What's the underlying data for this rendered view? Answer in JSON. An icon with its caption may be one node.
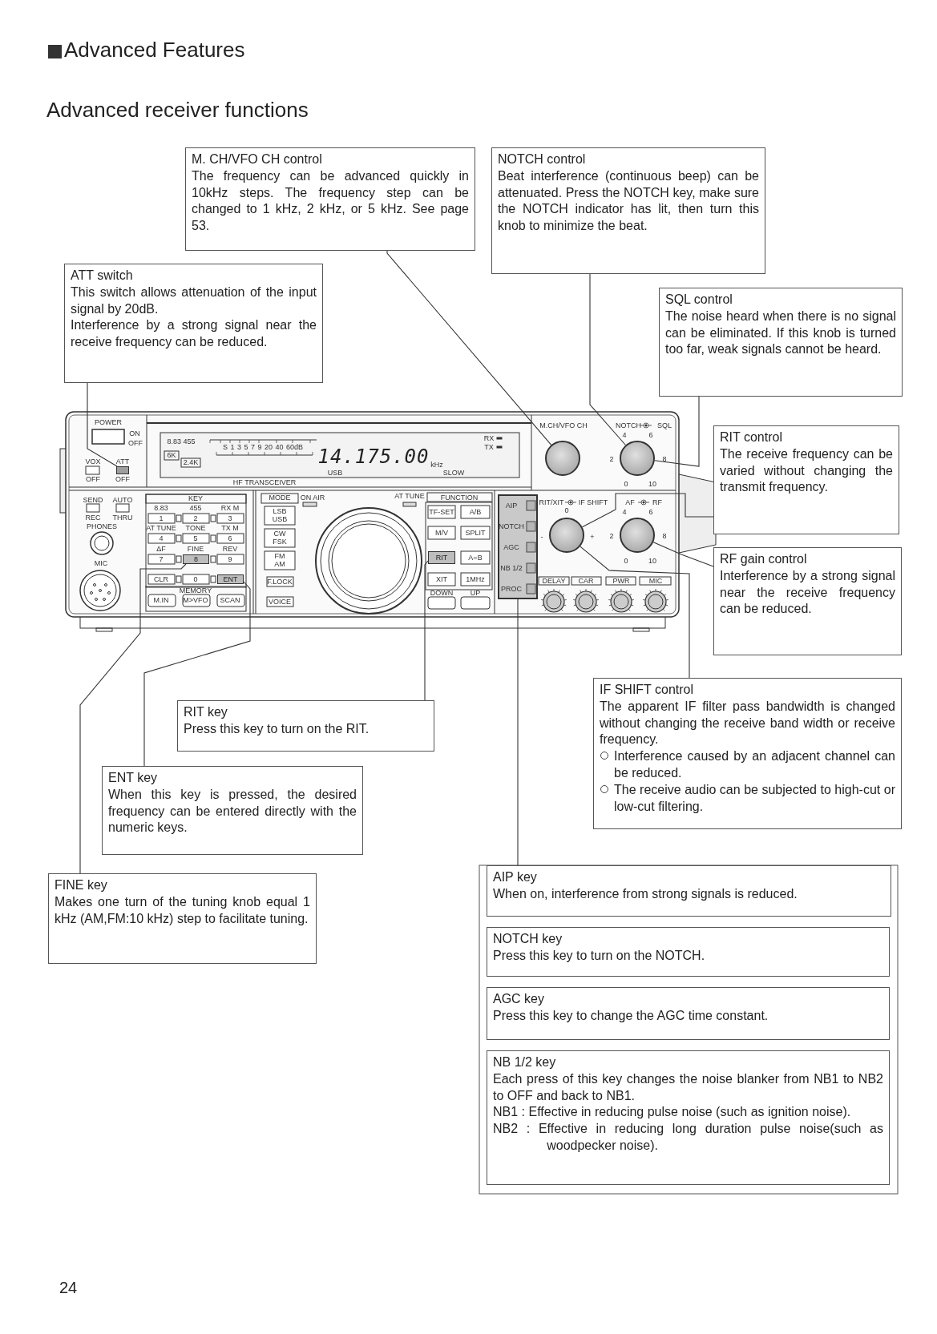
{
  "diagram": {
    "title": "Advanced Features",
    "nodes": [
      {
        "text": [
          "M. CH/VFO CH control",
          "The frequency can be advanced quickly in 10kHz steps. The frequency step can be changed to 1 kHz, 2 kHz, or 5 kHz. See page 53."
        ]
      },
      {
        "text": [
          "NOTCH control",
          "Beat interference (continuous beep) can be attenuated. Press the NOTCH key, make sure the NOTCH indicator has lit, then turn this knob to minimize the beat."
        ]
      },
      {
        "text": [
          "ATT switch",
          "This switch allows attenuation of the input signal by 20dB.",
          "Interference by a strong signal near the receive frequency can be reduced."
        ]
      },
      {
        "text": [
          "SQL control",
          "The noise heard when there is no signal can be eliminated. If this knob is turned too far, weak signals cannot be heard."
        ]
      },
      {
        "text": [
          "RIT control",
          "The receive frequency can be varied without changing the transmit frequency."
        ]
      },
      {
        "text": [
          "RF gain control",
          "Interference by a strong signal near the receive frequency can be reduced."
        ]
      },
      {
        "text": [
          "IF SHIFT control",
          "The apparent IF filter pass bandwidth is changed without changing the receive band width or receive frequency.",
          "Interference caused by an adjacent channel can be reduced.",
          "The receive audio can be subjected to high-cut or low-cut filtering."
        ]
      },
      {
        "text": [
          "RIT key",
          "Press this key to turn on the RIT."
        ]
      },
      {
        "text": [
          "ENT key",
          "When this key is pressed, the desired frequency can be entered directly with the numeric keys."
        ]
      },
      {
        "text": [
          "FINE key",
          "Makes one turn of the tuning knob equal 1 kHz (AM,FM:10 kHz) step to facilitate tuning."
        ]
      },
      {
        "text": [
          "AIP key",
          "When on, interference from strong signals is reduced."
        ]
      },
      {
        "text": [
          "NOTCH key",
          "Press this key to turn on the NOTCH."
        ]
      },
      {
        "text": [
          "AGC key",
          "Press this key to change the AGC time constant."
        ]
      },
      {
        "text": [
          "NB 1/2 key",
          "Each press of this key changes the noise blanker from NB1 to NB2 to OFF and back to NB1.",
          "NB1 : Effective in reducing pulse noise (such as ignition noise).",
          "NB2 : Effective in reducing long duration pulse noise(such as woodpecker noise)."
        ]
      },
      {
        "text": [],
        "shape": "box"
      },
      {
        "text": [],
        "shape": "circle"
      },
      {
        "text": [],
        "shape": "circle"
      },
      {
        "text": [],
        "shape": "circle"
      },
      {
        "text": [],
        "shape": "circle"
      },
      {
        "text": [
          "RIT"
        ]
      },
      {
        "text": [
          "ENT"
        ]
      },
      {
        "text": [
          "8"
        ]
      },
      {
        "text": [],
        "shape": "box"
      }
    ],
    "edges": [
      {
        "from": 0,
        "to": 15,
        "arrow": "none"
      },
      {
        "from": 1,
        "to": 16,
        "arrow": "none"
      },
      {
        "from": 2,
        "to": 14,
        "arrow": "none"
      },
      {
        "from": 3,
        "to": 16,
        "arrow": "none"
      },
      {
        "from": 4,
        "to": 17,
        "arrow": "none"
      },
      {
        "from": 5,
        "to": 18,
        "arrow": "none"
      },
      {
        "from": 6,
        "to": 17,
        "arrow": "none"
      },
      {
        "from": 7,
        "to": 19,
        "arrow": "none"
      },
      {
        "from": 8,
        "to": 20,
        "arrow": "none"
      },
      {
        "from": 9,
        "to": 21,
        "arrow": "none"
      },
      {
        "from": 10,
        "to": 22,
        "arrow": "none"
      }
    ],
    "labels": [
      "Advanced receiver functions",
      "POWER",
      "ON",
      "OFF",
      "VOX",
      "OFF",
      "ATT",
      "OFF",
      "8.83 455",
      "6K",
      "2.4K",
      "S 1 3 5 7 9 20 40 60dB",
      "14.175.00",
      "kHz",
      "USB",
      "SLOW",
      "RX",
      "TX",
      "HF TRANSCEIVER",
      "SEND",
      "REC",
      "AUTO",
      "THRU",
      "PHONES",
      "MIC",
      "KEY",
      "8.83",
      "455",
      "RX M",
      "1",
      "2",
      "3",
      "AT TUNE",
      "TONE",
      "TX M",
      "4",
      "5",
      "6",
      "ΔF",
      "FINE",
      "REV",
      "7",
      "9",
      "CLR",
      "0",
      "MEMORY",
      "M.IN",
      "M>VFO",
      "SCAN",
      "MODE",
      "LSB USB",
      "CW FSK",
      "FM AM",
      "F.LOCK",
      "VOICE",
      "ON AIR",
      "AT TUNE",
      "FUNCTION",
      "TF-SET",
      "A/B",
      "M/V",
      "SPLIT",
      "A=B",
      "XIT",
      "1MHz",
      "DOWN",
      "UP",
      "AIP",
      "NOTCH",
      "AGC",
      "NB 1/2",
      "PROC",
      "M.CH/VFO CH",
      "NOTCH",
      "SQL",
      "RIT/XIT",
      "IF SHIFT",
      "AF",
      "RF",
      "DELAY",
      "CAR",
      "PWR",
      "MIC",
      "4",
      "6",
      "2",
      "8",
      "0",
      "10",
      "0",
      "-",
      "+",
      "4",
      "6",
      "2",
      "8",
      "0",
      "10",
      "24"
    ]
  }
}
